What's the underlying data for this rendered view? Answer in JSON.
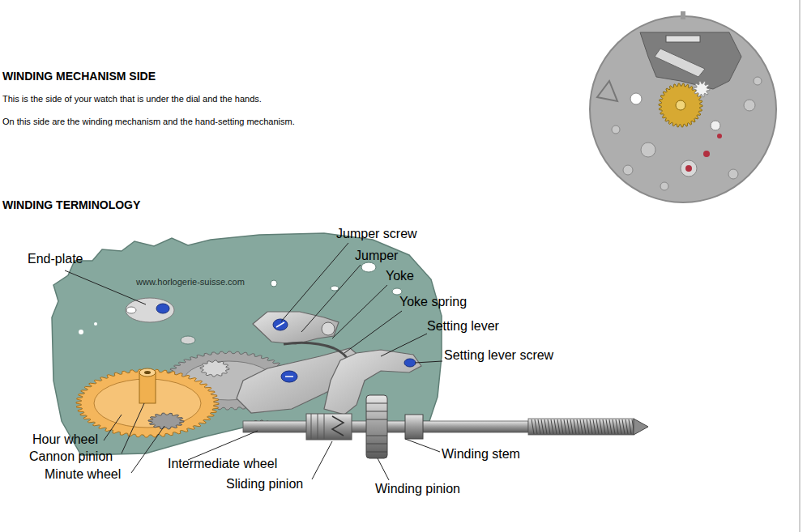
{
  "diagram": {
    "title": "WINDING MECHANISM SIDE",
    "labels": [
      "This is the side of your watch that is under the dial and the hands.",
      "On this side are the winding mechanism and the hand-setting mechanism.",
      "WINDING TERMINOLOGY",
      "End-plate",
      "www.horlogerie-suisse.com",
      "Jumper screw",
      "Jumper",
      "Yoke",
      "Yoke spring",
      "Setting lever",
      "Setting lever screw",
      "Hour wheel",
      "Cannon pinion",
      "Minute wheel",
      "Intermediate wheel",
      "Sliding pinion",
      "Winding stem",
      "Winding pinion"
    ]
  }
}
